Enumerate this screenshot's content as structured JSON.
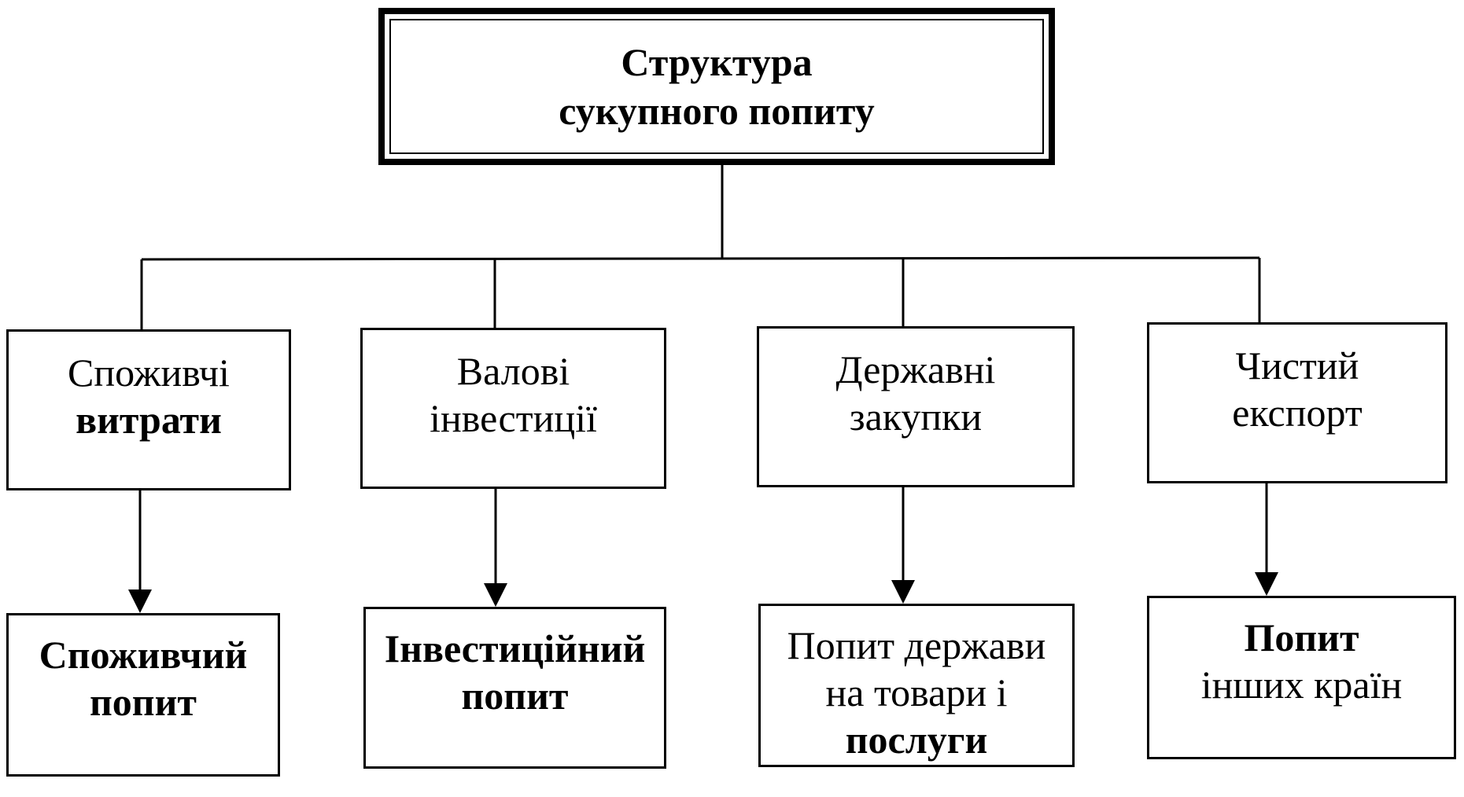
{
  "root": {
    "line1": "Структура",
    "line2": "сукупного попиту"
  },
  "components": [
    {
      "line1": "Споживчі",
      "line2": "витрати"
    },
    {
      "line1": "Валові",
      "line2": "інвестиції"
    },
    {
      "line1": "Державні",
      "line2": "закупки"
    },
    {
      "line1": "Чистий",
      "line2": "експорт"
    }
  ],
  "demands": [
    {
      "line1": "Споживчий",
      "line2": "попит"
    },
    {
      "line1": "Інвестиційний",
      "line2": "попит"
    },
    {
      "line1": "Попит держави",
      "line2": "на товари і",
      "line3": "послуги"
    },
    {
      "line1": "Попит",
      "line2": "інших країн"
    }
  ]
}
